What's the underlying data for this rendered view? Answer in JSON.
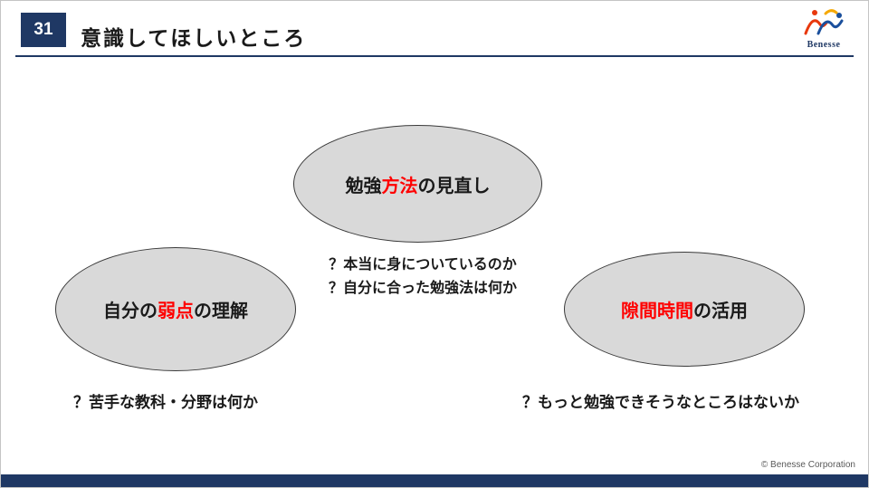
{
  "slide": {
    "number": "31",
    "title": "意識してほしいところ"
  },
  "logo": {
    "brand": "Benesse"
  },
  "colors": {
    "navy": "#1f3864",
    "highlight_red": "#ff0000",
    "ellipse_fill": "#d9d9d9"
  },
  "ellipses": [
    {
      "id": "study-method",
      "prefix": "勉強",
      "highlight": "方法",
      "suffix": "の見直し"
    },
    {
      "id": "weak-points",
      "prefix": "自分の",
      "highlight": "弱点",
      "suffix": "の理解"
    },
    {
      "id": "spare-time",
      "prefix": "",
      "highlight": "隙間時間",
      "suffix": "の活用"
    }
  ],
  "notes": {
    "center_line1": "？本当に身についているのか",
    "center_line2": "？自分に合った勉強法は何か",
    "left": "？苦手な教科・分野は何か",
    "right": "？もっと勉強できそうなところはないか"
  },
  "footer": {
    "copyright": "© Benesse Corporation"
  }
}
